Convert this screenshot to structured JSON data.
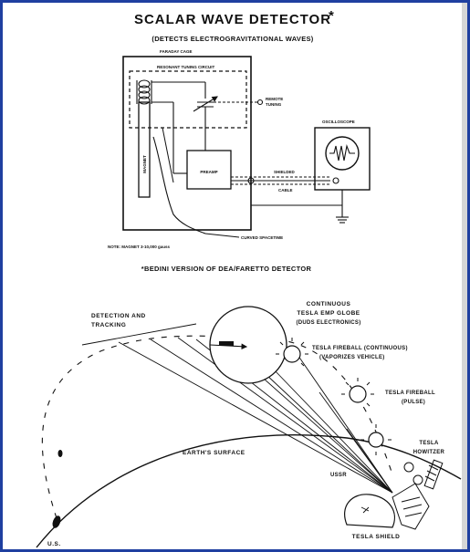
{
  "detector": {
    "title": "SCALAR WAVE DETECTOR",
    "title_mark": "*",
    "subtitle": "(DETECTS ELECTROGRAVITATIONAL WAVES)",
    "faraday_cage": "FARADAY CAGE",
    "resonant_tuning": "RESONANT TUNING CIRCUIT",
    "remote_tuning_1": "REMOTE",
    "remote_tuning_2": "TUNING",
    "oscilloscope": "OSCILLOSCOPE",
    "preamp": "PREAMP",
    "magnet": "MAGNET",
    "shielded": "SHIELDED",
    "cable": "CABLE",
    "curved_spacetime": "CURVED SPACETIME",
    "note": "NOTE: MAGNET 3-10,000 gauss",
    "footnote": "*BEDINI VERSION OF DEA/FARETTO DETECTOR"
  },
  "defense": {
    "detection_1": "DETECTION AND",
    "detection_2": "TRACKING",
    "emp_1": "CONTINUOUS",
    "emp_2": "TESLA EMP GLOBE",
    "emp_3": "(DUDS ELECTRONICS)",
    "fireball_cont_1": "TESLA FIREBALL (CONTINUOUS)",
    "fireball_cont_2": "(VAPORIZES VEHICLE)",
    "fireball_pulse_1": "TESLA FIREBALL",
    "fireball_pulse_2": "(PULSE)",
    "howitzer_1": "TESLA",
    "howitzer_2": "HOWITZER",
    "earth_surface": "EARTH'S SURFACE",
    "ussr": "USSR",
    "us": "U.S.",
    "shield": "TESLA SHIELD"
  },
  "colors": {
    "frame": "#1f3fa0",
    "ink": "#111111",
    "paper": "#ffffff"
  }
}
